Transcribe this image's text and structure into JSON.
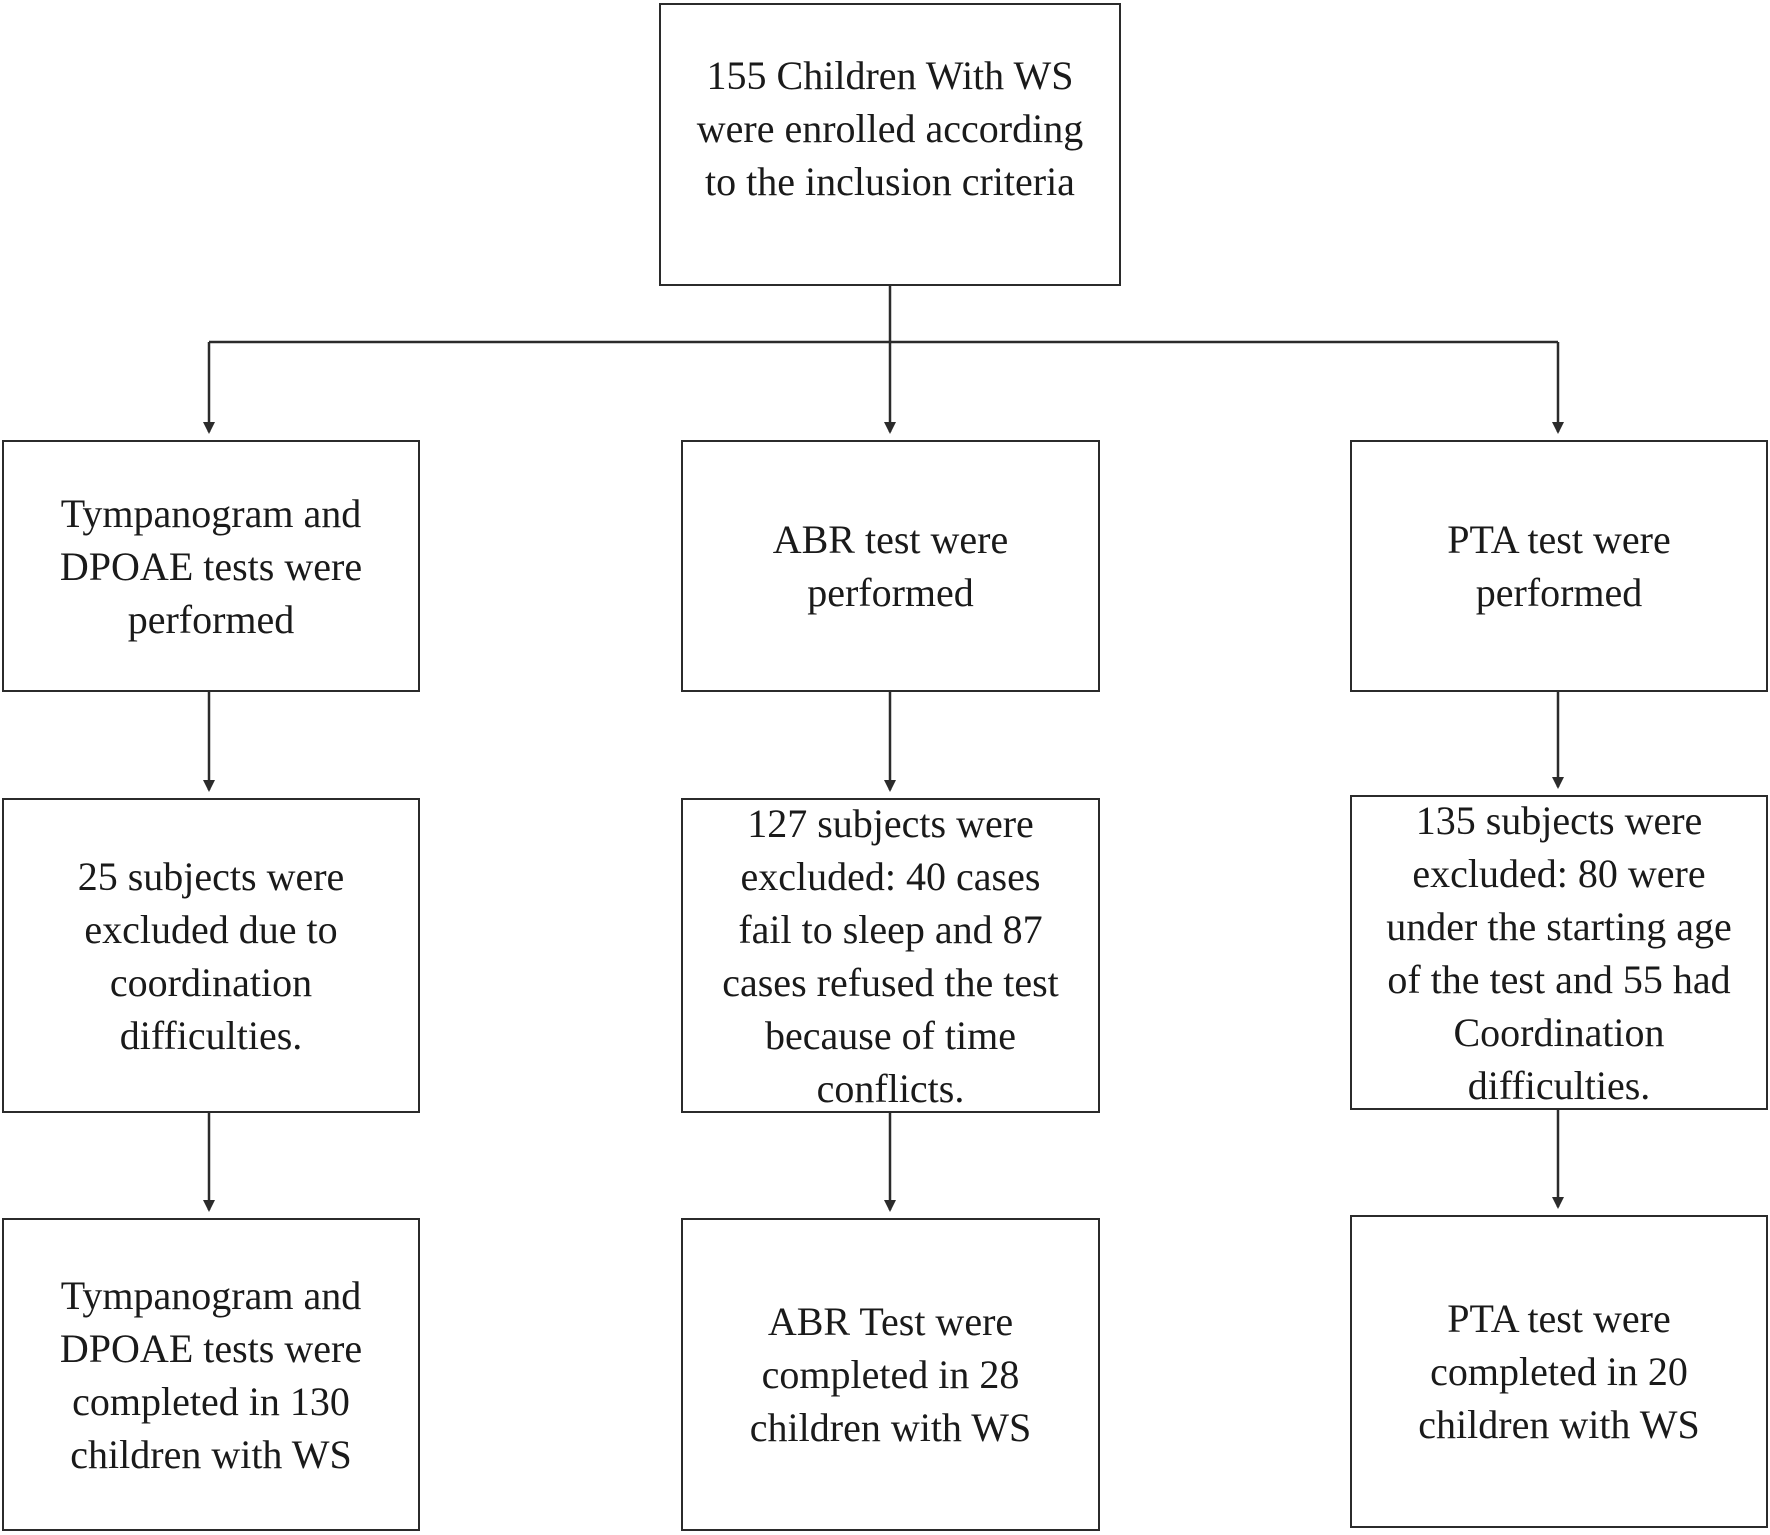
{
  "flowchart": {
    "root": {
      "text": "155 Children With WS\nwere enrolled according\nto the inclusion criteria"
    },
    "branches": [
      {
        "test": "Tympanogram and\nDPOAE tests were\nperformed",
        "excluded": "25 subjects were\nexcluded due to\ncoordination\ndifficulties.",
        "completed": "Tympanogram and\nDPOAE tests were\ncompleted in 130\nchildren with WS"
      },
      {
        "test": "ABR test were\nperformed",
        "excluded": "127 subjects were\nexcluded: 40 cases\nfail to sleep and 87\ncases refused the test\nbecause of time\nconflicts.",
        "completed": "ABR Test were\ncompleted in 28\nchildren with WS"
      },
      {
        "test": "PTA test were\nperformed",
        "excluded": "135 subjects were\nexcluded: 80 were\nunder the starting age\nof the test and 55 had\nCoordination\ndifficulties.",
        "completed": "PTA test were\ncompleted in 20\nchildren with WS"
      }
    ]
  },
  "colors": {
    "line": "#2b2b2b",
    "background": "#ffffff"
  }
}
